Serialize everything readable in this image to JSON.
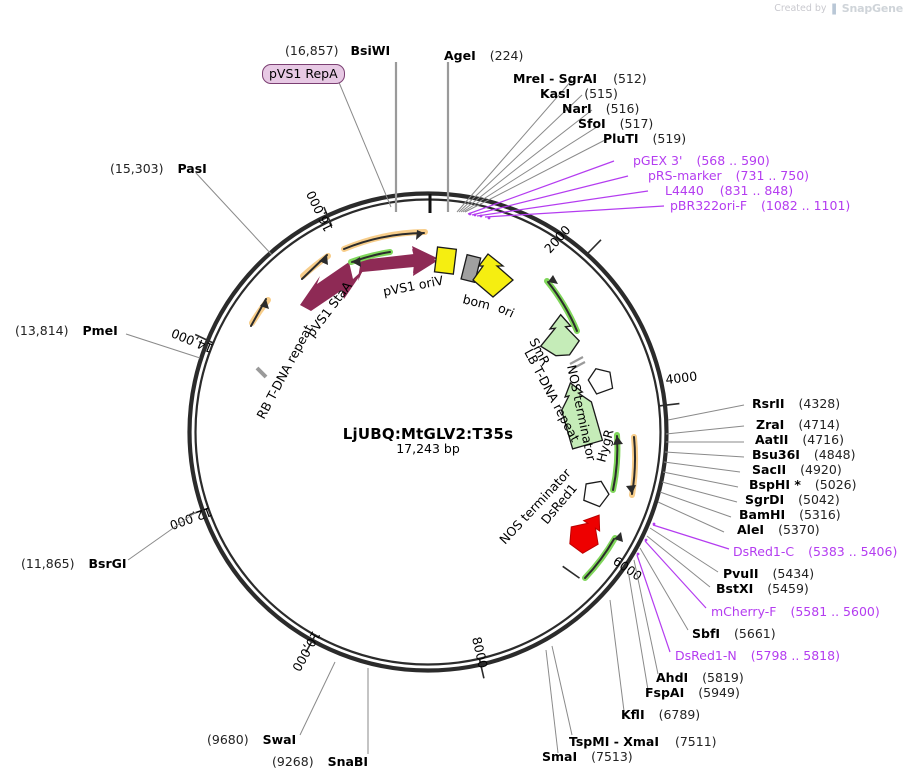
{
  "watermark": {
    "prefix": "Created by",
    "brand": "SnapGene"
  },
  "plasmid": {
    "name": "LjUBQ:MtGLV2:T35s",
    "size_label": "17,243 bp",
    "length_bp": 17243
  },
  "ruler_ticks": [
    {
      "label": "2000",
      "bp": 2000
    },
    {
      "label": "4000",
      "bp": 4000
    },
    {
      "label": "6000",
      "bp": 6000
    },
    {
      "label": "8000",
      "bp": 8000
    },
    {
      "label": "10,000",
      "bp": 10000
    },
    {
      "label": "12,000",
      "bp": 12000
    },
    {
      "label": "14,000",
      "bp": 14000
    },
    {
      "label": "16,000",
      "bp": 16000
    }
  ],
  "features": [
    {
      "label": "RB T-DNA repeat",
      "color": "#a0a0a0",
      "kind": "tick"
    },
    {
      "label": "pVS1 StaA",
      "color": "#8e2a55",
      "kind": "arrow"
    },
    {
      "label": "pVS1 oriV",
      "color": "#8e2a55",
      "kind": "arrow"
    },
    {
      "label": "",
      "color": "#f5ee11",
      "kind": "box"
    },
    {
      "label": "bom",
      "color": "#a0a0a0",
      "kind": "box"
    },
    {
      "label": "ori",
      "color": "#f5ee11",
      "kind": "arrow"
    },
    {
      "label": "SmR",
      "color": "#c5ecb8",
      "kind": "arrow"
    },
    {
      "label": "LB T-DNA repeat",
      "color": "#a0a0a0",
      "kind": "tick"
    },
    {
      "label": "NOS terminator",
      "color": "#ffffff",
      "kind": "pentagon"
    },
    {
      "label": "HygR",
      "color": "#c5ecb8",
      "kind": "arrow"
    },
    {
      "label": "NOS terminator",
      "color": "#ffffff",
      "kind": "pentagon"
    },
    {
      "label": "DsRed1",
      "color": "#ee0000",
      "kind": "arrow"
    },
    {
      "label": "pVS1 RepA",
      "color": "#e7c9e4",
      "kind": "chip"
    }
  ],
  "enzymes_top_left": [
    {
      "name": "BsiWI",
      "pos": "(16,857)",
      "side": "left"
    }
  ],
  "enzymes": [
    {
      "name": "AgeI",
      "pos": "(224)"
    },
    {
      "name": "MreI - SgrAI",
      "pos": "(512)"
    },
    {
      "name": "KasI",
      "pos": "(515)"
    },
    {
      "name": "NarI",
      "pos": "(516)"
    },
    {
      "name": "SfoI",
      "pos": "(517)"
    },
    {
      "name": "PluTI",
      "pos": "(519)"
    },
    {
      "name": "RsrII",
      "pos": "(4328)"
    },
    {
      "name": "ZraI",
      "pos": "(4714)"
    },
    {
      "name": "AatII",
      "pos": "(4716)"
    },
    {
      "name": "Bsu36I",
      "pos": "(4848)"
    },
    {
      "name": "SacII",
      "pos": "(4920)"
    },
    {
      "name": "BspHI *",
      "pos": "(5026)"
    },
    {
      "name": "SgrDI",
      "pos": "(5042)"
    },
    {
      "name": "BamHI",
      "pos": "(5316)"
    },
    {
      "name": "AleI",
      "pos": "(5370)"
    },
    {
      "name": "PvuII",
      "pos": "(5434)"
    },
    {
      "name": "BstXI",
      "pos": "(5459)"
    },
    {
      "name": "SbfI",
      "pos": "(5661)"
    },
    {
      "name": "AhdI",
      "pos": "(5819)"
    },
    {
      "name": "FspAI",
      "pos": "(5949)"
    },
    {
      "name": "KflI",
      "pos": "(6789)"
    },
    {
      "name": "TspMI - XmaI",
      "pos": "(7511)"
    },
    {
      "name": "SmaI",
      "pos": "(7513)"
    },
    {
      "name": "SnaBI",
      "pos": "(9268)"
    },
    {
      "name": "SwaI",
      "pos": "(9680)"
    },
    {
      "name": "BsrGI",
      "pos": "(11,865)"
    },
    {
      "name": "PmeI",
      "pos": "(13,814)"
    },
    {
      "name": "PasI",
      "pos": "(15,303)"
    },
    {
      "name": "BsiWI",
      "pos": "(16,857)"
    }
  ],
  "primers": [
    {
      "name": "pGEX 3'",
      "range": "(568 .. 590)"
    },
    {
      "name": "pRS-marker",
      "range": "(731 .. 750)"
    },
    {
      "name": "L4440",
      "range": "(831 .. 848)"
    },
    {
      "name": "pBR322ori-F",
      "range": "(1082 .. 1101)"
    },
    {
      "name": "DsRed1-C",
      "range": "(5383 .. 5406)"
    },
    {
      "name": "mCherry-F",
      "range": "(5581 .. 5600)"
    },
    {
      "name": "DsRed1-N",
      "range": "(5798 .. 5818)"
    }
  ],
  "colors": {
    "primer": "#b43cf0",
    "ring": "#2b2b2b",
    "leader": "#808080",
    "maroon": "#8e2a55",
    "green": "#c5ecb8",
    "green_arrow": "#7fd65a",
    "orange": "#f2a83b",
    "orange_light": "#f7cd8a",
    "yellow": "#f5ee11",
    "red": "#ee0000",
    "grey_feature": "#a0a0a0"
  }
}
